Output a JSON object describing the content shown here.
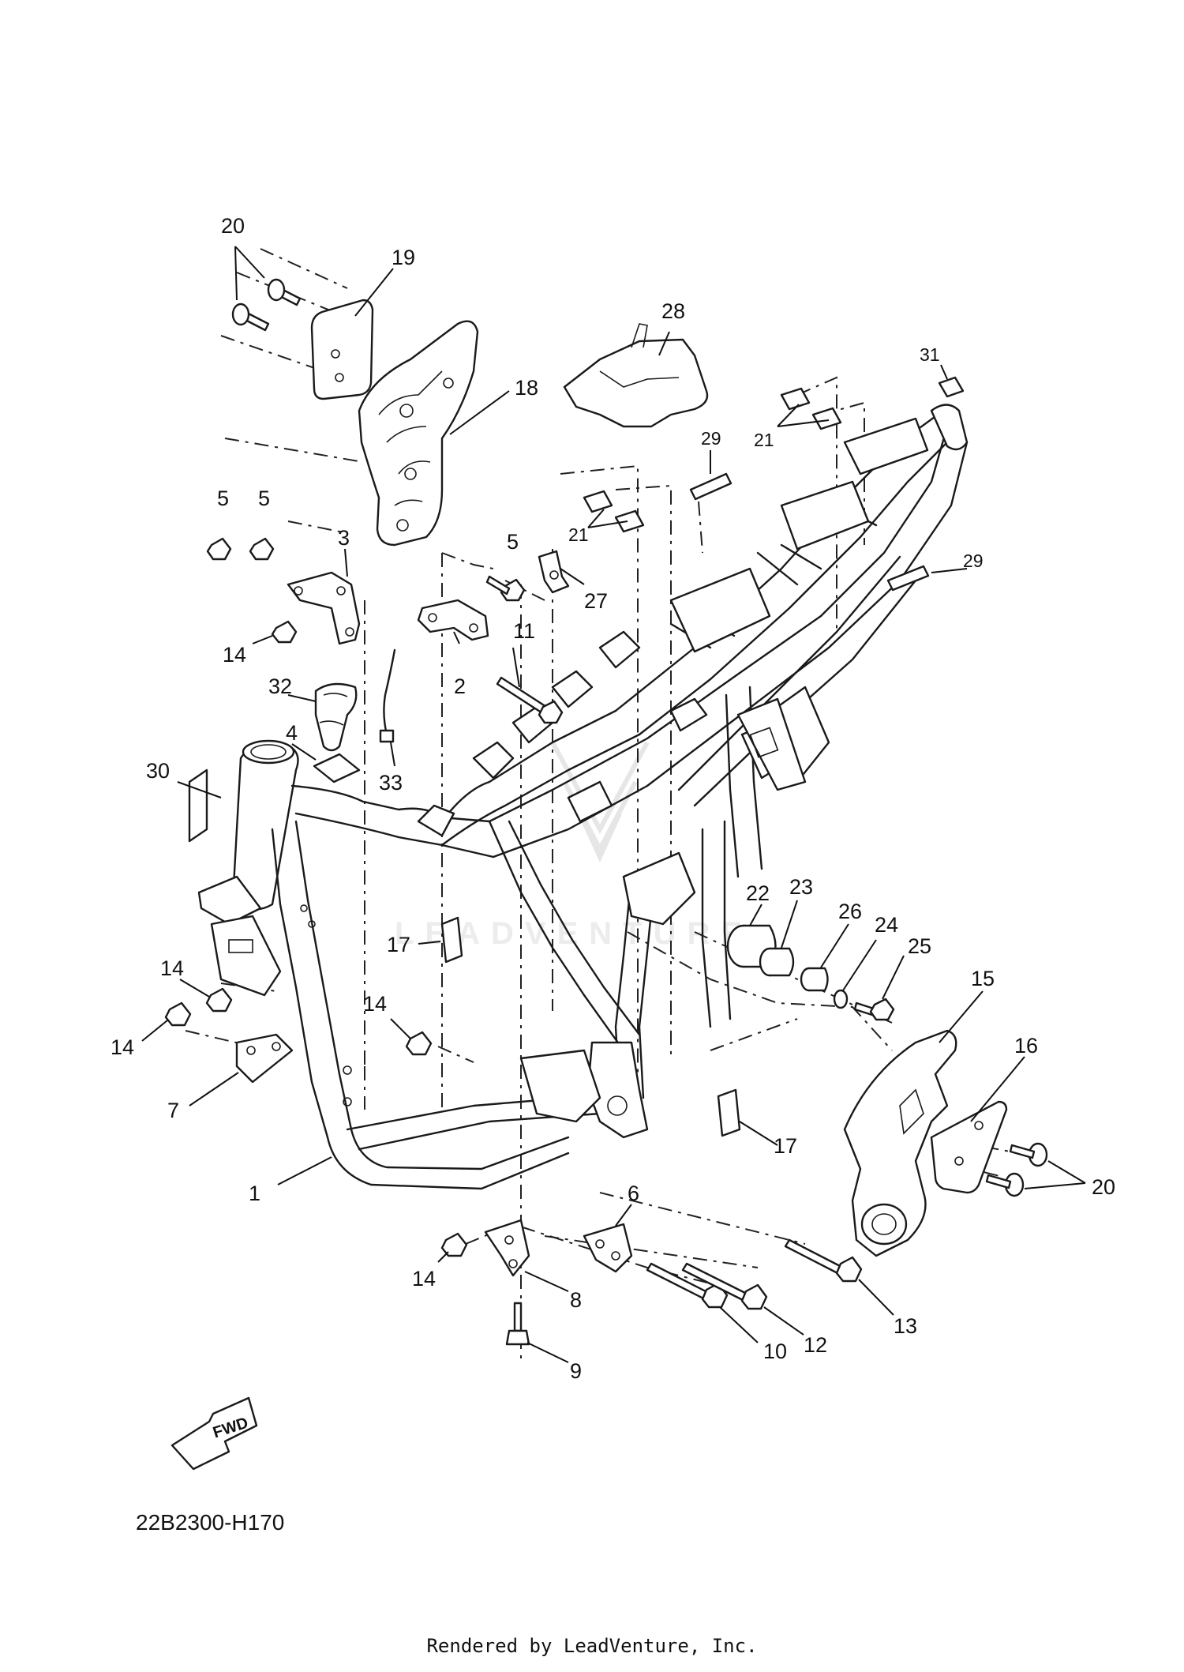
{
  "diagram": {
    "code": "22B2300-H170",
    "fwd_label": "FWD",
    "credit": "Rendered by LeadVenture, Inc.",
    "watermark": "LEADVENTURE"
  },
  "callouts": [
    {
      "id": "c20a",
      "text": "20"
    },
    {
      "id": "c19",
      "text": "19"
    },
    {
      "id": "c28",
      "text": "28"
    },
    {
      "id": "c31",
      "text": "31"
    },
    {
      "id": "c18",
      "text": "18"
    },
    {
      "id": "c21a",
      "text": "21"
    },
    {
      "id": "c29a",
      "text": "29"
    },
    {
      "id": "c5a",
      "text": "5"
    },
    {
      "id": "c5b",
      "text": "5"
    },
    {
      "id": "c3",
      "text": "3"
    },
    {
      "id": "c5c",
      "text": "5"
    },
    {
      "id": "c21b",
      "text": "21"
    },
    {
      "id": "c29b",
      "text": "29"
    },
    {
      "id": "c27",
      "text": "27"
    },
    {
      "id": "c14a",
      "text": "14"
    },
    {
      "id": "c11",
      "text": "11"
    },
    {
      "id": "c32",
      "text": "32"
    },
    {
      "id": "c2",
      "text": "2"
    },
    {
      "id": "c4",
      "text": "4"
    },
    {
      "id": "c30",
      "text": "30"
    },
    {
      "id": "c33",
      "text": "33"
    },
    {
      "id": "c22",
      "text": "22"
    },
    {
      "id": "c23",
      "text": "23"
    },
    {
      "id": "c26",
      "text": "26"
    },
    {
      "id": "c24",
      "text": "24"
    },
    {
      "id": "c25",
      "text": "25"
    },
    {
      "id": "c17a",
      "text": "17"
    },
    {
      "id": "c15",
      "text": "15"
    },
    {
      "id": "c14b",
      "text": "14"
    },
    {
      "id": "c14c",
      "text": "14"
    },
    {
      "id": "c14d",
      "text": "14"
    },
    {
      "id": "c16",
      "text": "16"
    },
    {
      "id": "c7",
      "text": "7"
    },
    {
      "id": "c17b",
      "text": "17"
    },
    {
      "id": "c1",
      "text": "1"
    },
    {
      "id": "c20b",
      "text": "20"
    },
    {
      "id": "c6",
      "text": "6"
    },
    {
      "id": "c14e",
      "text": "14"
    },
    {
      "id": "c8",
      "text": "8"
    },
    {
      "id": "c13",
      "text": "13"
    },
    {
      "id": "c10",
      "text": "10"
    },
    {
      "id": "c12",
      "text": "12"
    },
    {
      "id": "c9",
      "text": "9"
    }
  ]
}
